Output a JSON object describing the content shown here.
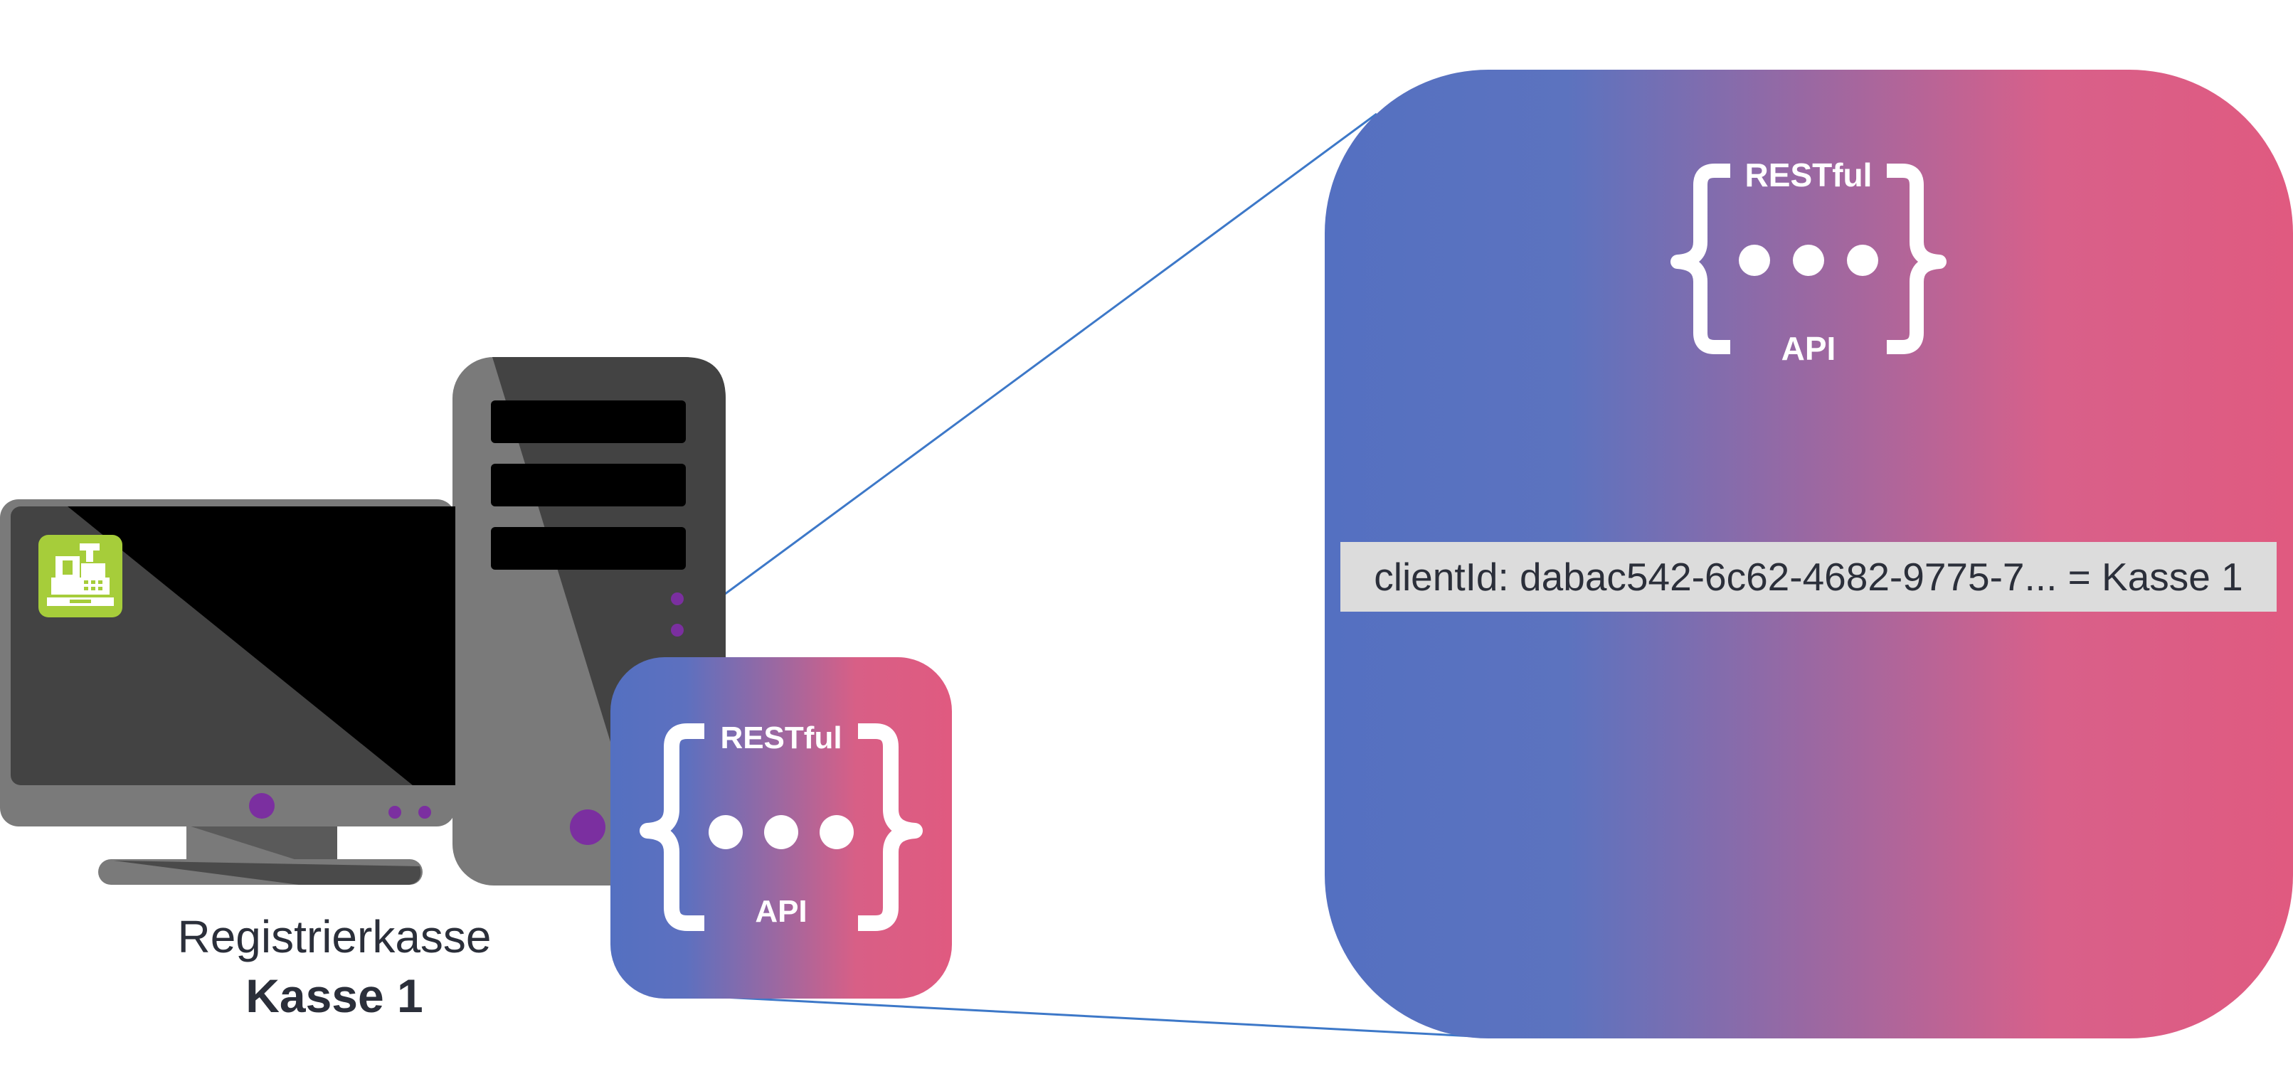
{
  "caption": {
    "line1": "Registrierkasse",
    "line2": "Kasse 1"
  },
  "api_badge": {
    "top_label": "RESTful",
    "bottom_label": "API",
    "gradient_start": "#5470c1",
    "gradient_end": "#e05a80"
  },
  "mapping": {
    "text": "clientId: dabac542-6c62-4682-9775-7... = Kasse 1"
  },
  "colors": {
    "connector": "#3d78c8",
    "pos_icon": "#a6cd3a",
    "indicator": "#7b2fa0"
  }
}
